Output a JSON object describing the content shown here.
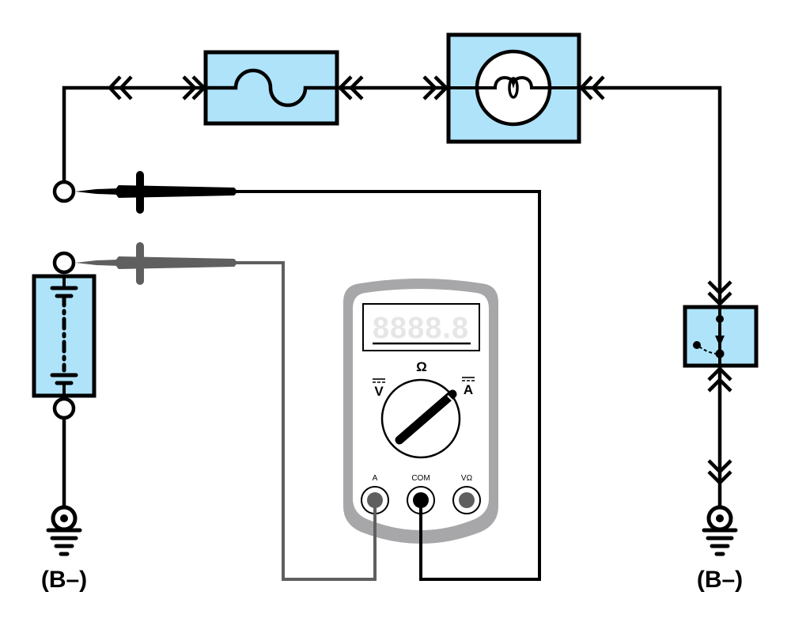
{
  "diagram": {
    "title": "Voltage drop / circuit test with multimeter",
    "colors": {
      "component_fill": "#aee3fa",
      "wire_black": "#000000",
      "wire_gray": "#5f5f5f",
      "meter_body": "#a7a7a9",
      "meter_face": "#ffffff",
      "display_segments": "#e6e6e6"
    },
    "components": {
      "fuse": {
        "name": "fuse"
      },
      "lamp": {
        "name": "lamp"
      },
      "switch": {
        "name": "switch"
      },
      "battery": {
        "name": "battery"
      }
    },
    "grounds": [
      {
        "label": "(B–)"
      },
      {
        "label": "(B–)"
      }
    ],
    "multimeter": {
      "display": "8888.8",
      "dial_labels": {
        "ohm": "Ω",
        "dc_volts": "V",
        "dc_amps": "A"
      },
      "jacks": [
        {
          "label": "A",
          "color": "#5f5f5f"
        },
        {
          "label": "COM",
          "color": "#000000"
        },
        {
          "label": "VΩ",
          "color": "#5f5f5f"
        }
      ]
    },
    "probes": [
      {
        "name": "black-probe",
        "color": "#000000"
      },
      {
        "name": "gray-probe",
        "color": "#5f5f5f"
      }
    ]
  }
}
